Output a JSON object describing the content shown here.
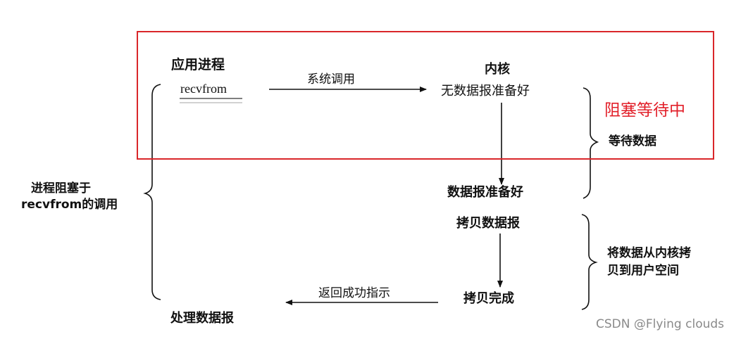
{
  "labels": {
    "app_process": "应用进程",
    "kernel": "内核",
    "recvfrom": "recvfrom",
    "syscall": "系统调用",
    "no_datagram": "无数据报准备好",
    "waiting_data": "等待数据",
    "datagram_ready": "数据报准备好",
    "copy_datagram": "拷贝数据报",
    "copy_to_user": "将数据从内核拷",
    "copy_to_user_2": "贝到用户空间",
    "copy_done": "拷贝完成",
    "return_ok": "返回成功指示",
    "process_datagram": "处理数据报",
    "process_blocked_1": "进程阻塞于",
    "process_blocked_2": "recvfrom的调用"
  },
  "annotation": {
    "blocked_waiting": "阻塞等待中",
    "box_color": "#d9262a",
    "text_color": "#e2202a"
  },
  "watermark": "CSDN @Flying  clouds"
}
